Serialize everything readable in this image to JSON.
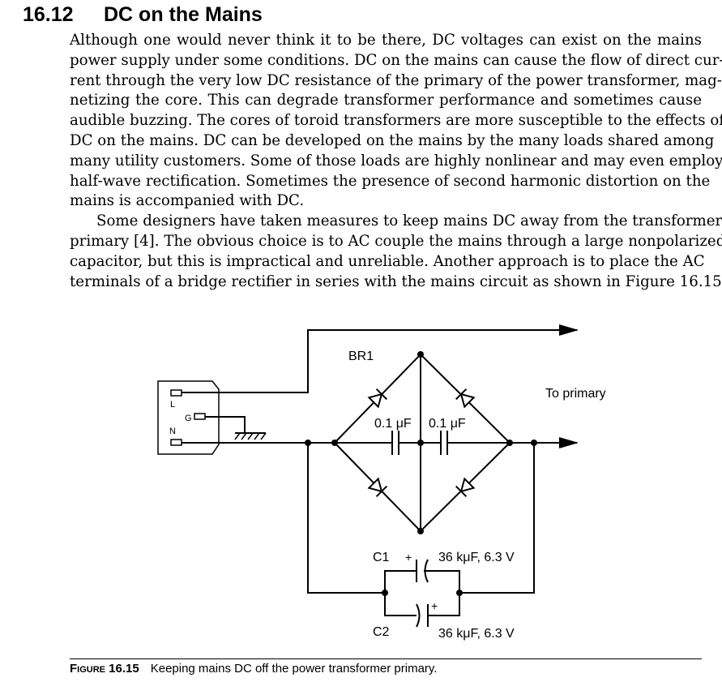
{
  "section": {
    "number": "16.12",
    "title": "DC on the Mains"
  },
  "body": {
    "paragraph1": [
      "Although one would never think it to be there, DC voltages can exist on the mains",
      "power supply under some conditions. DC on the mains can cause the flow of direct cur-",
      "rent through the very low DC resistance of the primary of the power transformer, mag-",
      "netizing the core. This can degrade transformer performance and sometimes cause",
      "audible buzzing. The cores of toroid transformers are more susceptible to the effects of",
      "DC on the mains. DC can be developed on the mains by the many loads shared among",
      "many utility customers. Some of those loads are highly nonlinear and may even employ",
      "half-wave rectification. Sometimes the presence of second harmonic distortion on the",
      "mains is accompanied with DC."
    ],
    "paragraph2": [
      "Some designers have taken measures to keep mains DC away from the transformer",
      "primary [4]. The obvious choice is to AC couple the mains through a large nonpolarized",
      "capacitor, but this is impractical and unreliable. Another approach is to place the AC",
      "terminals of a bridge rectifier in series with the mains circuit as shown in Figure 16.15."
    ]
  },
  "figure": {
    "labels": {
      "bridge": "BR1",
      "output": "To primary",
      "cap_small_left": "0.1 μF",
      "cap_small_right": "0.1 μF",
      "c1_name": "C1",
      "c1_plus": "+",
      "c1_value": "36 kμF, 6.3 V",
      "c2_name": "C2",
      "c2_plus": "+",
      "c2_value": "36 kμF, 6.3 V",
      "pin_live": "L",
      "pin_ground": "G",
      "pin_neutral": "N"
    },
    "caption_label": "Figure 16.15",
    "caption_text": "Keeping mains DC off the power transformer primary."
  }
}
